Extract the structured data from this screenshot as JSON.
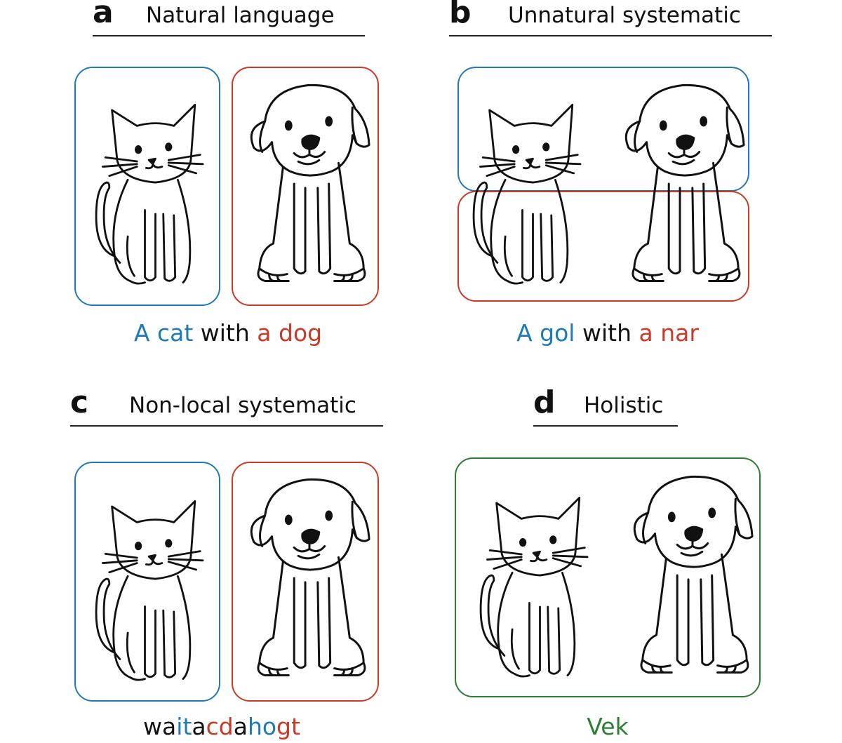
{
  "colors": {
    "blue": "#1f7ab5",
    "red": "#cc3a27",
    "green": "#2e7d32",
    "ink": "#111111"
  },
  "icons": {
    "cat": "cat-drawing-icon",
    "dog": "dog-drawing-icon"
  },
  "panels": {
    "a": {
      "letter": "a",
      "title": "Natural language",
      "caption": [
        {
          "text": "A cat",
          "color": "blue"
        },
        {
          "text": " with ",
          "color": "ink"
        },
        {
          "text": "a dog",
          "color": "red"
        }
      ]
    },
    "b": {
      "letter": "b",
      "title": "Unnatural systematic",
      "caption": [
        {
          "text": "A gol",
          "color": "blue"
        },
        {
          "text": " with ",
          "color": "ink"
        },
        {
          "text": "a nar",
          "color": "red"
        }
      ]
    },
    "c": {
      "letter": "c",
      "title": "Non-local systematic",
      "caption": [
        {
          "text": "wa",
          "color": "ink"
        },
        {
          "text": "it",
          "color": "blue"
        },
        {
          "text": "a",
          "color": "ink"
        },
        {
          "text": "cd",
          "color": "red"
        },
        {
          "text": "a",
          "color": "ink"
        },
        {
          "text": "ho",
          "color": "blue"
        },
        {
          "text": "gt",
          "color": "red"
        }
      ]
    },
    "d": {
      "letter": "d",
      "title": "Holistic",
      "caption": [
        {
          "text": "Vek",
          "color": "green"
        }
      ]
    }
  }
}
